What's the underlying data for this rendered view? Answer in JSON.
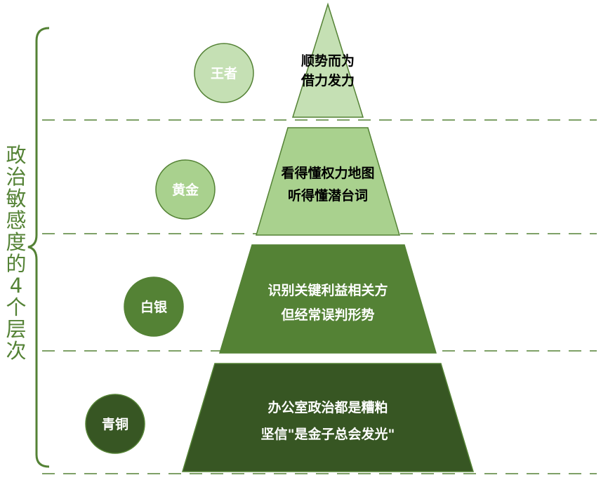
{
  "side_title": "政治敏感度的4个层次",
  "levels": [
    {
      "badge": "王者",
      "line1": "顺势而为",
      "line2": "借力发力",
      "fill": "#c5e0b4",
      "badge_fill": "#c5e0b4",
      "text_color": "#000000"
    },
    {
      "badge": "黄金",
      "line1": "看得懂权力地图",
      "line2": "听得懂潜台词",
      "fill": "#a9d18e",
      "badge_fill": "#a9d18e",
      "text_color": "#000000"
    },
    {
      "badge": "白银",
      "line1": "识别关键利益相关方",
      "line2": "但经常误判形势",
      "fill": "#548235",
      "badge_fill": "#548235",
      "text_color": "#ffffff"
    },
    {
      "badge": "青铜",
      "line1": "办公室政治都是糟粕",
      "line2": "坚信\"是金子总会发光\"",
      "fill": "#375623",
      "badge_fill": "#375623",
      "text_color": "#ffffff"
    }
  ],
  "colors": {
    "outline": "#548235",
    "dashed_line": "#548235",
    "brace": "#548235"
  }
}
